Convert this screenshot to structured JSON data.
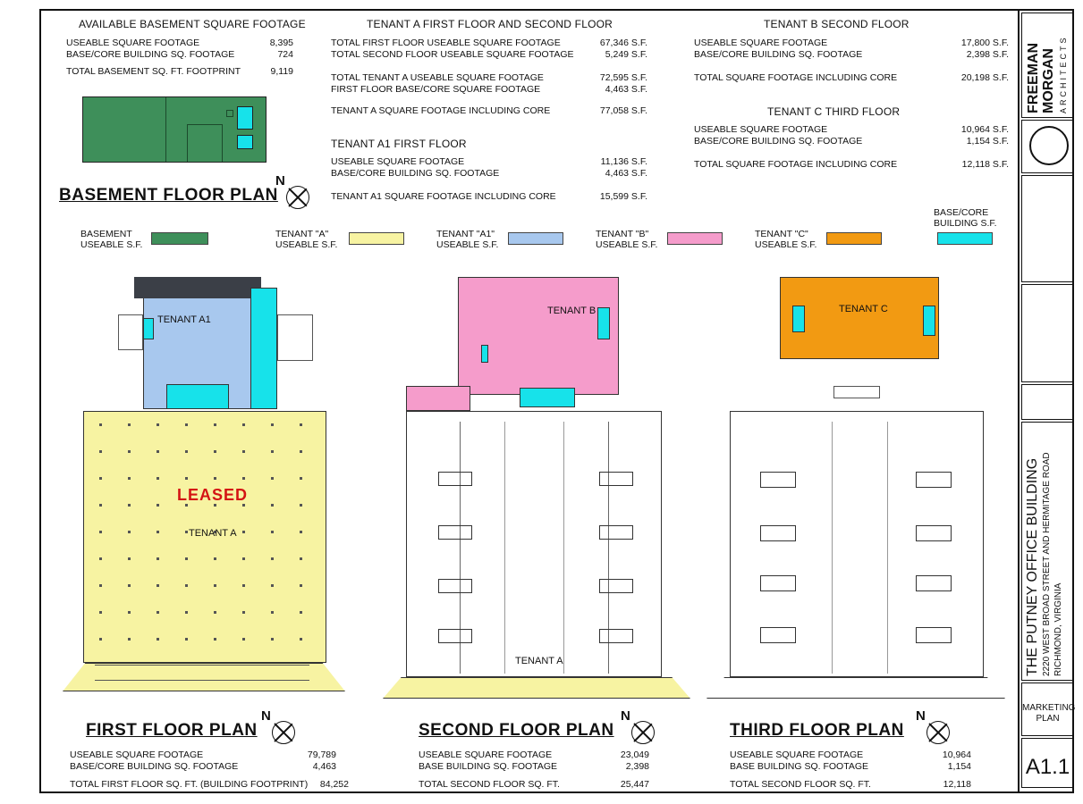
{
  "basement_summary": {
    "heading": "AVAILABLE BASEMENT SQUARE FOOTAGE",
    "rows": [
      {
        "label": "USEABLE SQUARE FOOTAGE",
        "value": "8,395"
      },
      {
        "label": "BASE/CORE BUILDING SQ. FOOTAGE",
        "value": "724"
      },
      {
        "label": "TOTAL BASEMENT SQ. FT. FOOTPRINT",
        "value": "9,119"
      }
    ]
  },
  "tenant_a_summary": {
    "heading": "TENANT A FIRST FLOOR AND SECOND FLOOR",
    "rows": [
      {
        "label": "TOTAL FIRST FLOOR USEABLE SQUARE FOOTAGE",
        "value": "67,346 S.F."
      },
      {
        "label": "TOTAL SECOND FLOOR USEABLE SQUARE FOOTAGE",
        "value": "5,249 S.F."
      },
      {
        "label": "TOTAL TENANT A USEABLE SQUARE FOOTAGE",
        "value": "72,595 S.F."
      },
      {
        "label": "FIRST FLOOR BASE/CORE SQUARE FOOTAGE",
        "value": "4,463 S.F."
      },
      {
        "label": "TENANT A SQUARE FOOTAGE INCLUDING CORE",
        "value": "77,058 S.F."
      }
    ]
  },
  "tenant_a1_summary": {
    "heading": "TENANT A1 FIRST FLOOR",
    "rows": [
      {
        "label": "USEABLE SQUARE FOOTAGE",
        "value": "11,136 S.F."
      },
      {
        "label": "BASE/CORE BUILDING SQ. FOOTAGE",
        "value": "4,463 S.F."
      },
      {
        "label": "TENANT A1 SQUARE FOOTAGE INCLUDING CORE",
        "value": "15,599 S.F."
      }
    ]
  },
  "tenant_b_summary": {
    "heading": "TENANT B SECOND FLOOR",
    "rows": [
      {
        "label": "USEABLE SQUARE FOOTAGE",
        "value": "17,800 S.F."
      },
      {
        "label": "BASE/CORE BUILDING SQ. FOOTAGE",
        "value": "2,398 S.F."
      },
      {
        "label": "TOTAL SQUARE FOOTAGE INCLUDING CORE",
        "value": "20,198 S.F."
      }
    ]
  },
  "tenant_c_summary": {
    "heading": "TENANT C THIRD FLOOR",
    "rows": [
      {
        "label": "USEABLE SQUARE FOOTAGE",
        "value": "10,964 S.F."
      },
      {
        "label": "BASE/CORE BUILDING SQ. FOOTAGE",
        "value": "1,154 S.F."
      },
      {
        "label": "TOTAL SQUARE FOOTAGE INCLUDING CORE",
        "value": "12,118 S.F."
      }
    ]
  },
  "legend": {
    "items": [
      {
        "label1": "BASEMENT",
        "label2": "USEABLE S.F.",
        "color": "#3e8f5a"
      },
      {
        "label1": "TENANT \"A\"",
        "label2": "USEABLE S.F.",
        "color": "#f7f3a2"
      },
      {
        "label1": "TENANT \"A1\"",
        "label2": "USEABLE S.F.",
        "color": "#a8c8ee"
      },
      {
        "label1": "TENANT \"B\"",
        "label2": "USEABLE S.F.",
        "color": "#f59ccb"
      },
      {
        "label1": "TENANT \"C\"",
        "label2": "USEABLE S.F.",
        "color": "#f29a12"
      },
      {
        "label1": "BASE/CORE",
        "label2": "BUILDING S.F.",
        "color": "#17e2ea"
      }
    ]
  },
  "plans": {
    "basement_title": "BASEMENT FLOOR PLAN",
    "first_title": "FIRST FLOOR PLAN",
    "second_title": "SECOND FLOOR PLAN",
    "third_title": "THIRD FLOOR PLAN",
    "north": "N",
    "tenant_a1_label": "TENANT A1",
    "tenant_a_label": "TENANT A",
    "leased_label": "LEASED",
    "tenant_b_label": "TENANT B",
    "tenant_c_label": "TENANT C",
    "tenant_a_second_label": "TENANT A"
  },
  "first_floor_summary": {
    "rows": [
      {
        "label": "USEABLE SQUARE FOOTAGE",
        "value": "79,789"
      },
      {
        "label": "BASE/CORE BUILDING SQ. FOOTAGE",
        "value": "4,463"
      },
      {
        "label": "TOTAL FIRST FLOOR SQ. FT. (BUILDING FOOTPRINT)",
        "value": "84,252"
      }
    ]
  },
  "second_floor_summary": {
    "rows": [
      {
        "label": "USEABLE SQUARE FOOTAGE",
        "value": "23,049"
      },
      {
        "label": "BASE BUILDING SQ. FOOTAGE",
        "value": "2,398"
      },
      {
        "label": "TOTAL SECOND FLOOR SQ. FT.",
        "value": "25,447"
      }
    ]
  },
  "third_floor_summary": {
    "rows": [
      {
        "label": "USEABLE SQUARE FOOTAGE",
        "value": "10,964"
      },
      {
        "label": "BASE BUILDING SQ. FOOTAGE",
        "value": "1,154"
      },
      {
        "label": "TOTAL SECOND FLOOR SQ. FT.",
        "value": "12,118"
      }
    ]
  },
  "title_block": {
    "firm_line1": "FREEMAN",
    "firm_line2": "MORGAN",
    "firm_line3": "ARCHITECTS",
    "project_title": "THE PUTNEY OFFICE BUILDING",
    "address1": "2220 WEST BROAD STREET AND HERMITAGE ROAD",
    "address2": "RICHMOND, VIRGINIA",
    "sheet_title1": "MARKETING",
    "sheet_title2": "PLAN",
    "sheet_number": "A1.1"
  }
}
